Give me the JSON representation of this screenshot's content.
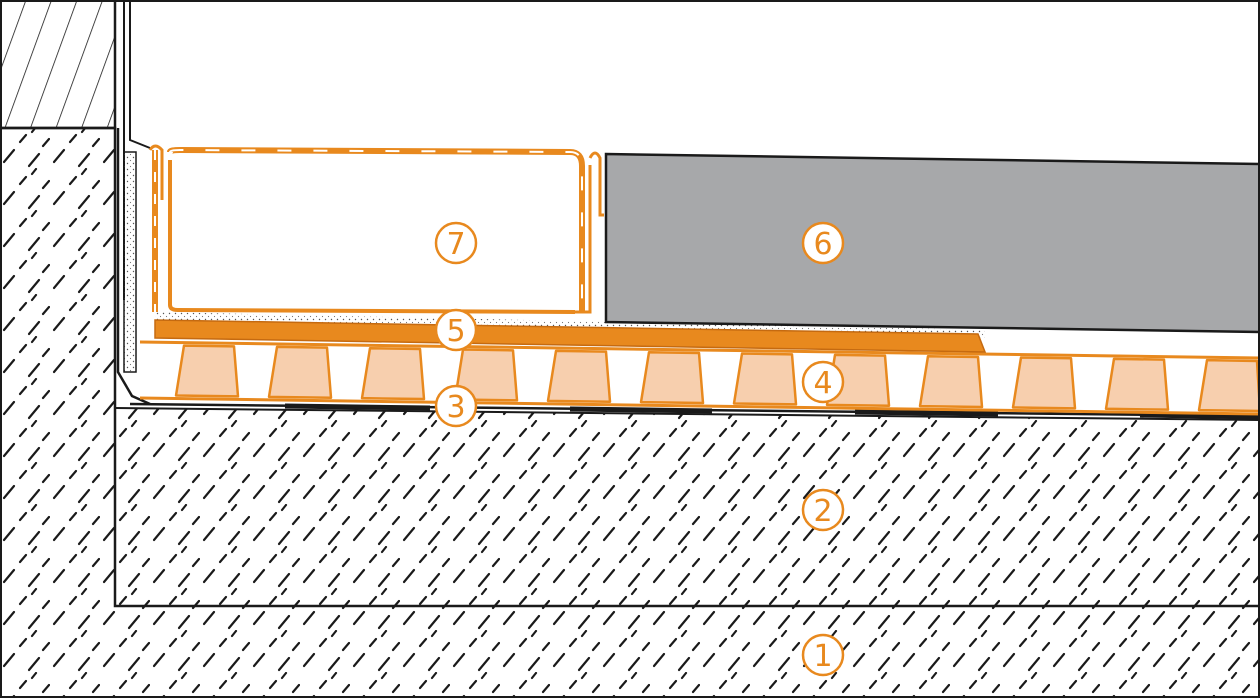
{
  "colors": {
    "orange": "#E8891E",
    "orange_fill": "#F7CFAE",
    "tile_gray": "#A7A8AA",
    "line": "#1A1A1A",
    "background": "#FFFFFF"
  },
  "callouts": [
    {
      "id": "1",
      "label": "1"
    },
    {
      "id": "2",
      "label": "2"
    },
    {
      "id": "3",
      "label": "3"
    },
    {
      "id": "4",
      "label": "4"
    },
    {
      "id": "5",
      "label": "5"
    },
    {
      "id": "6",
      "label": "6"
    },
    {
      "id": "7",
      "label": "7"
    }
  ]
}
